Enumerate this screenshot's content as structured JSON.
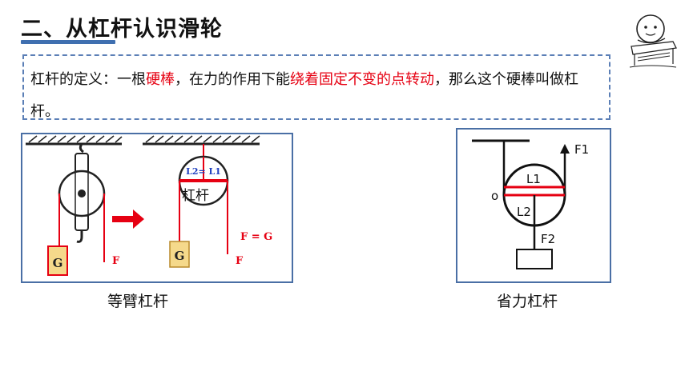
{
  "title": "二、从杠杆认识滑轮",
  "definition": {
    "p1": "杠杆的定义：一根",
    "p2": "硬棒",
    "p3": "，在力的作用下能",
    "p4": "绕着固定不变的点转动",
    "p5": "，那么这个硬棒叫做杠杆。"
  },
  "left_figure": {
    "weight_label_1": "G",
    "force_label_1": "F",
    "lever_formula": "L2= L1",
    "lever_word": "杠杆",
    "weight_label_2": "G",
    "force_label_2": "F",
    "equation": "F = G",
    "caption": "等臂杠杆"
  },
  "right_figure": {
    "f1": "F1",
    "l1": "L1",
    "pivot": "o",
    "l2": "L2",
    "f2": "F2",
    "caption": "省力杠杆"
  },
  "colors": {
    "accent_blue": "#3f6fb0",
    "emphasis_red": "#e60012",
    "panel_border": "#4a6fa5",
    "weight_fill": "#f5d98b"
  }
}
